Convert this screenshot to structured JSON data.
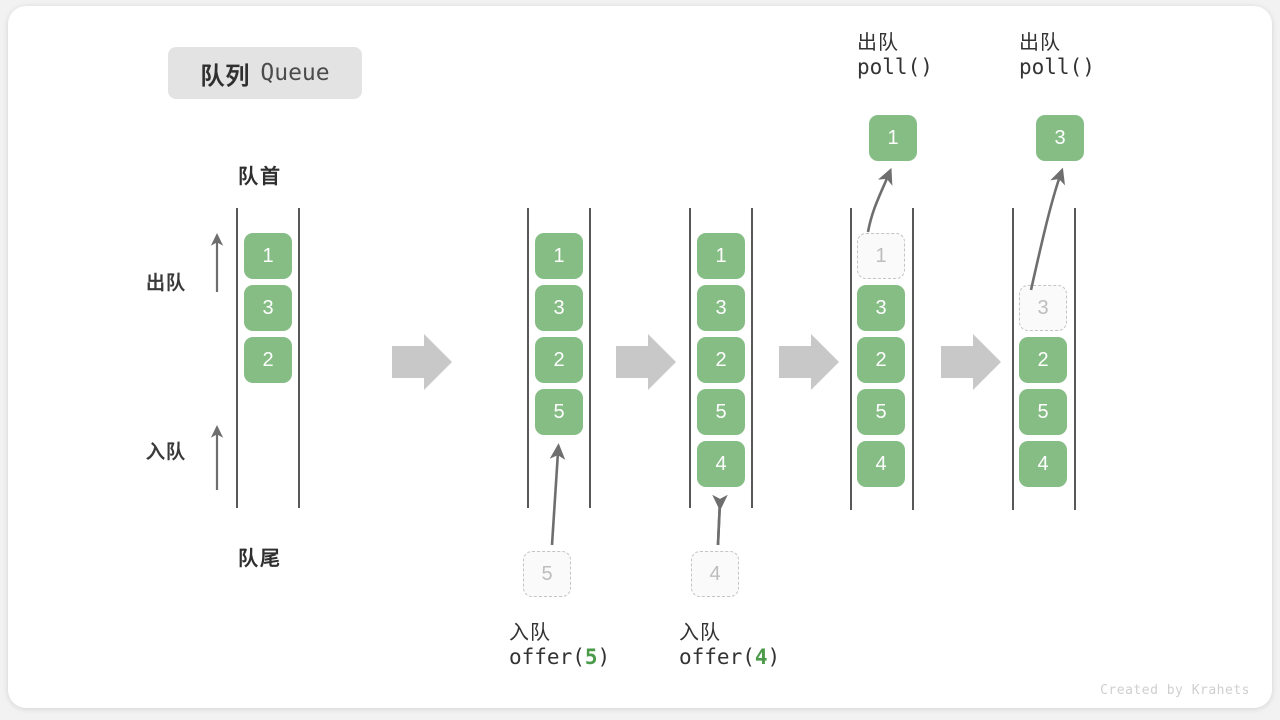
{
  "title": {
    "cn": "队列",
    "en": "Queue"
  },
  "labels": {
    "head": "队首",
    "tail": "队尾",
    "dequeue": "出队",
    "enqueue": "入队"
  },
  "watermark": "Created by Krahets",
  "colors": {
    "box_green": "#85bd85",
    "ghost_border": "#c4c4c4",
    "ghost_text": "#bdbdbd",
    "rail": "#58585a",
    "step_arrow": "#c8c8c8",
    "curve_arrow": "#6e6e6e",
    "badge_bg": "#e3e3e3",
    "code_accent": "#4a9a4a"
  },
  "columns": [
    {
      "name": "initial-queue",
      "boxes": [
        "1",
        "3",
        "2"
      ]
    },
    {
      "name": "after-offer-5",
      "boxes": [
        "1",
        "3",
        "2",
        "5"
      ],
      "incoming": "5"
    },
    {
      "name": "after-offer-4",
      "boxes": [
        "1",
        "3",
        "2",
        "5",
        "4"
      ],
      "incoming": "4"
    },
    {
      "name": "after-poll-1",
      "ghost_top": "1",
      "boxes": [
        "3",
        "2",
        "5",
        "4"
      ],
      "popped": "1"
    },
    {
      "name": "after-poll-3",
      "ghost_second": "3",
      "boxes": [
        "2",
        "5",
        "4"
      ],
      "popped": "3"
    }
  ],
  "captions": {
    "offer5": {
      "cn": "入队",
      "code_prefix": "offer(",
      "code_num": "5",
      "code_suffix": ")"
    },
    "offer4": {
      "cn": "入队",
      "code_prefix": "offer(",
      "code_num": "4",
      "code_suffix": ")"
    },
    "poll1": {
      "cn": "出队",
      "code": "poll()"
    },
    "poll2": {
      "cn": "出队",
      "code": "poll()"
    }
  }
}
